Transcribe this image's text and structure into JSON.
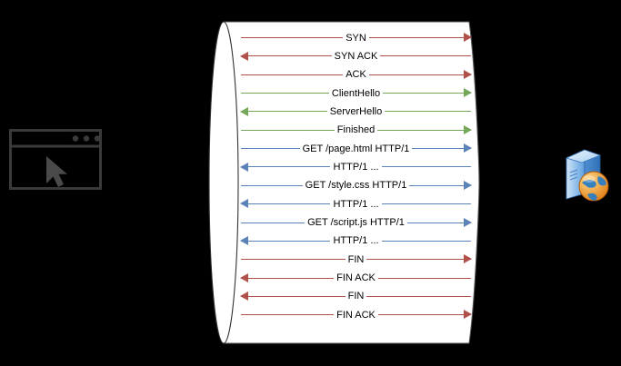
{
  "diagram": {
    "title": "TCP/TLS/HTTP message exchange between browser client and web server",
    "background_color": "#000000",
    "channel_color": "#ffffff",
    "colors": {
      "tcp_red": "#b0504a",
      "tls_green": "#76a85a",
      "http_blue": "#5b83b8",
      "icon_gray": "#3a3a3a"
    }
  },
  "client": {
    "icon_name": "browser-window-icon",
    "description": "browser window with cursor arrow"
  },
  "server": {
    "icon_name": "web-server-icon",
    "description": "server tower with globe"
  },
  "channel": {
    "name": "network-channel-cylinder"
  },
  "messages": [
    {
      "label": "SYN",
      "direction": "to-server",
      "color": "c-red",
      "protocol": "tcp"
    },
    {
      "label": "SYN ACK",
      "direction": "to-client",
      "color": "c-red",
      "protocol": "tcp"
    },
    {
      "label": "ACK",
      "direction": "to-server",
      "color": "c-red",
      "protocol": "tcp"
    },
    {
      "label": "ClientHello",
      "direction": "to-server",
      "color": "c-green",
      "protocol": "tls"
    },
    {
      "label": "ServerHello",
      "direction": "to-client",
      "color": "c-green",
      "protocol": "tls"
    },
    {
      "label": "Finished",
      "direction": "to-server",
      "color": "c-green",
      "protocol": "tls"
    },
    {
      "label": "GET /page.html HTTP/1",
      "direction": "to-server",
      "color": "c-blue",
      "protocol": "http"
    },
    {
      "label": "HTTP/1 ...",
      "direction": "to-client",
      "color": "c-blue",
      "protocol": "http"
    },
    {
      "label": "GET /style.css HTTP/1",
      "direction": "to-server",
      "color": "c-blue",
      "protocol": "http"
    },
    {
      "label": "HTTP/1 ...",
      "direction": "to-client",
      "color": "c-blue",
      "protocol": "http"
    },
    {
      "label": "GET /script.js HTTP/1",
      "direction": "to-server",
      "color": "c-blue",
      "protocol": "http"
    },
    {
      "label": "HTTP/1 ...",
      "direction": "to-client",
      "color": "c-blue",
      "protocol": "http"
    },
    {
      "label": "FIN",
      "direction": "to-server",
      "color": "c-red",
      "protocol": "tcp"
    },
    {
      "label": "FIN ACK",
      "direction": "to-client",
      "color": "c-red",
      "protocol": "tcp"
    },
    {
      "label": "FIN",
      "direction": "to-client",
      "color": "c-red",
      "protocol": "tcp"
    },
    {
      "label": "FIN ACK",
      "direction": "to-server",
      "color": "c-red",
      "protocol": "tcp"
    }
  ]
}
